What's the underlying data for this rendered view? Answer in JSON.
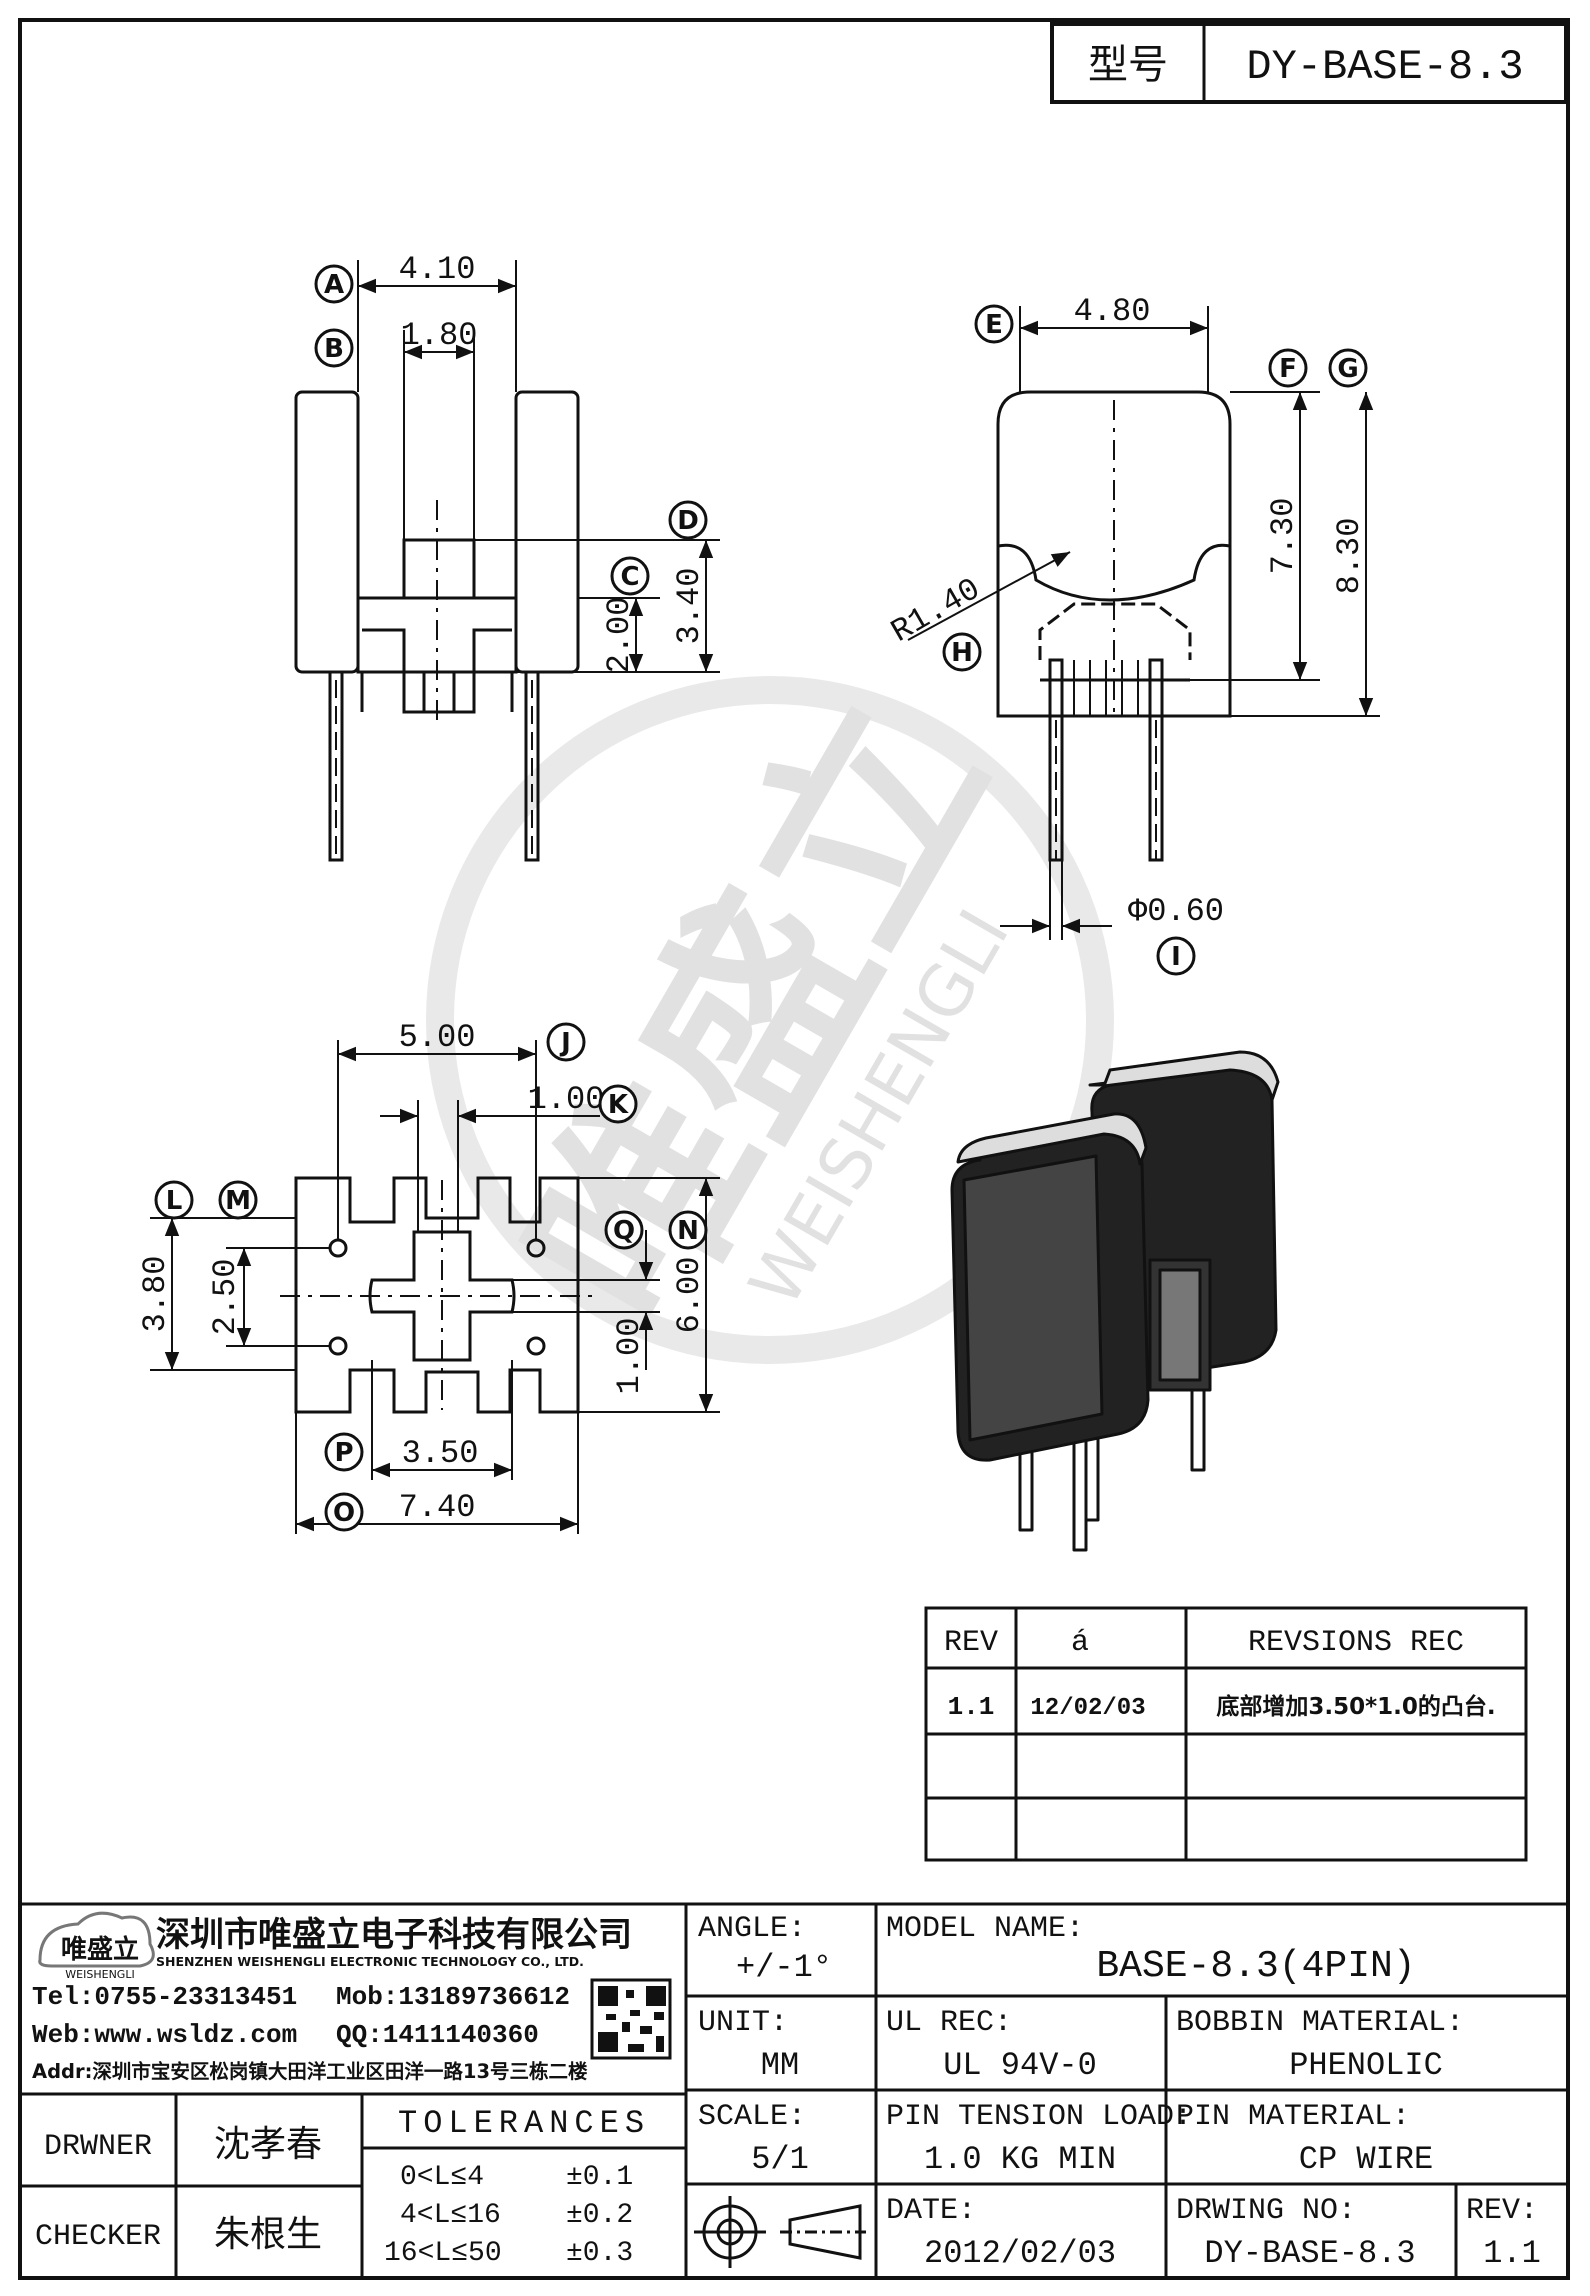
{
  "title_block_top": {
    "label": "型号",
    "value": "DY-BASE-8.3"
  },
  "dimensions": {
    "front": {
      "a": "4.10",
      "b": "1.80",
      "c": "2.00",
      "d": "3.40"
    },
    "side": {
      "e": "4.80",
      "h": "R1.40",
      "f": "7.30",
      "g": "8.30",
      "i": "Φ0.60"
    },
    "bottom": {
      "j": "5.00",
      "k": "1.00",
      "l": "3.80",
      "m": "2.50",
      "p": "3.50",
      "o": "7.40",
      "n": "6.00",
      "q": "1.00"
    }
  },
  "markers": [
    "A",
    "B",
    "C",
    "D",
    "E",
    "F",
    "G",
    "H",
    "I",
    "J",
    "K",
    "L",
    "M",
    "N",
    "O",
    "P",
    "Q"
  ],
  "revisions": {
    "headers": [
      "REV",
      "á",
      "REVSIONS REC"
    ],
    "rows": [
      {
        "rev": "1.1",
        "date": "12/02/03",
        "rec": "底部增加3.50*1.0的凸台."
      }
    ]
  },
  "company": {
    "logo_text": "唯盛立",
    "logo_sub": "WEISHENGLI",
    "name_cn": "深圳市唯盛立电子科技有限公司",
    "name_en": "SHENZHEN WEISHENGLI ELECTRONIC TECHNOLOGY CO., LTD.",
    "tel": "Tel:0755-23313451",
    "mob": "Mob:13189736612",
    "web": "Web:www.wsldz.com",
    "qq": "QQ:1411140360",
    "addr": "Addr:深圳市宝安区松岗镇大田洋工业区田洋一路13号三栋二楼"
  },
  "watermark": {
    "cn": "唯盛立",
    "en": "WEISHENGLI"
  },
  "drawer": {
    "label": "DRWNER",
    "name": "沈孝春"
  },
  "checker": {
    "label": "CHECKER",
    "name": "朱根生"
  },
  "tolerances": {
    "title": "TOLERANCES",
    "rows": [
      {
        "range": "0<L≤4",
        "tol": "±0.1"
      },
      {
        "range": "4<L≤16",
        "tol": "±0.2"
      },
      {
        "range": "16<L≤50",
        "tol": "±0.3"
      }
    ]
  },
  "fields": {
    "angle": {
      "label": "ANGLE:",
      "value": "+/-1°"
    },
    "unit": {
      "label": "UNIT:",
      "value": "MM"
    },
    "scale": {
      "label": "SCALE:",
      "value": "5/1"
    },
    "model_name": {
      "label": "MODEL NAME:",
      "value": "BASE-8.3(4PIN)"
    },
    "ul_rec": {
      "label": "UL REC:",
      "value": "UL 94V-0"
    },
    "bobbin_material": {
      "label": "BOBBIN MATERIAL:",
      "value": "PHENOLIC"
    },
    "pin_tension": {
      "label": "PIN TENSION LOAD:",
      "value": "1.0 KG MIN"
    },
    "pin_material": {
      "label": "PIN MATERIAL:",
      "value": "CP WIRE"
    },
    "date": {
      "label": "DATE:",
      "value": "2012/02/03"
    },
    "drawing_no": {
      "label": "DRWING NO:",
      "value": "DY-BASE-8.3"
    },
    "rev": {
      "label": "REV:",
      "value": "1.1"
    }
  }
}
